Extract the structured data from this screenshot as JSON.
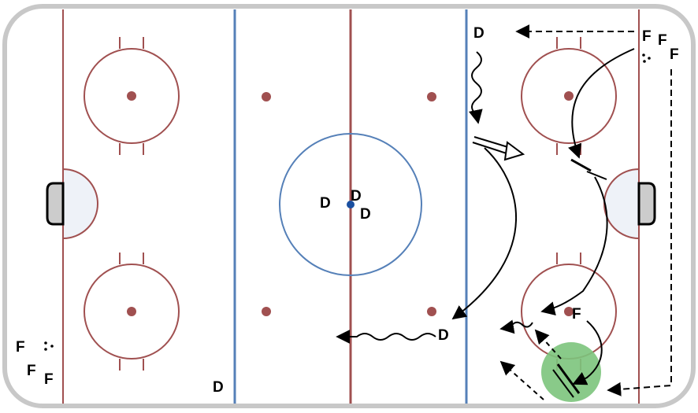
{
  "colors": {
    "board": "#c8c8c8",
    "ice": "#ffffff",
    "red_line": "#a05050",
    "blue_line": "#5580b8",
    "crease": "#eef2f8",
    "goal": "#cccccc",
    "puck": "#1a4fa0",
    "highlight": "#7cc47c"
  },
  "players": {
    "top_d": "D",
    "top_f1": "F",
    "top_f2": "F",
    "top_f3": "F",
    "center_d1": "D",
    "center_d2": "D",
    "center_d3": "D",
    "pass_d": "D",
    "low_f": "F",
    "left_f1": "F",
    "left_f2": "F",
    "left_f3": "F",
    "left_d": "D"
  }
}
